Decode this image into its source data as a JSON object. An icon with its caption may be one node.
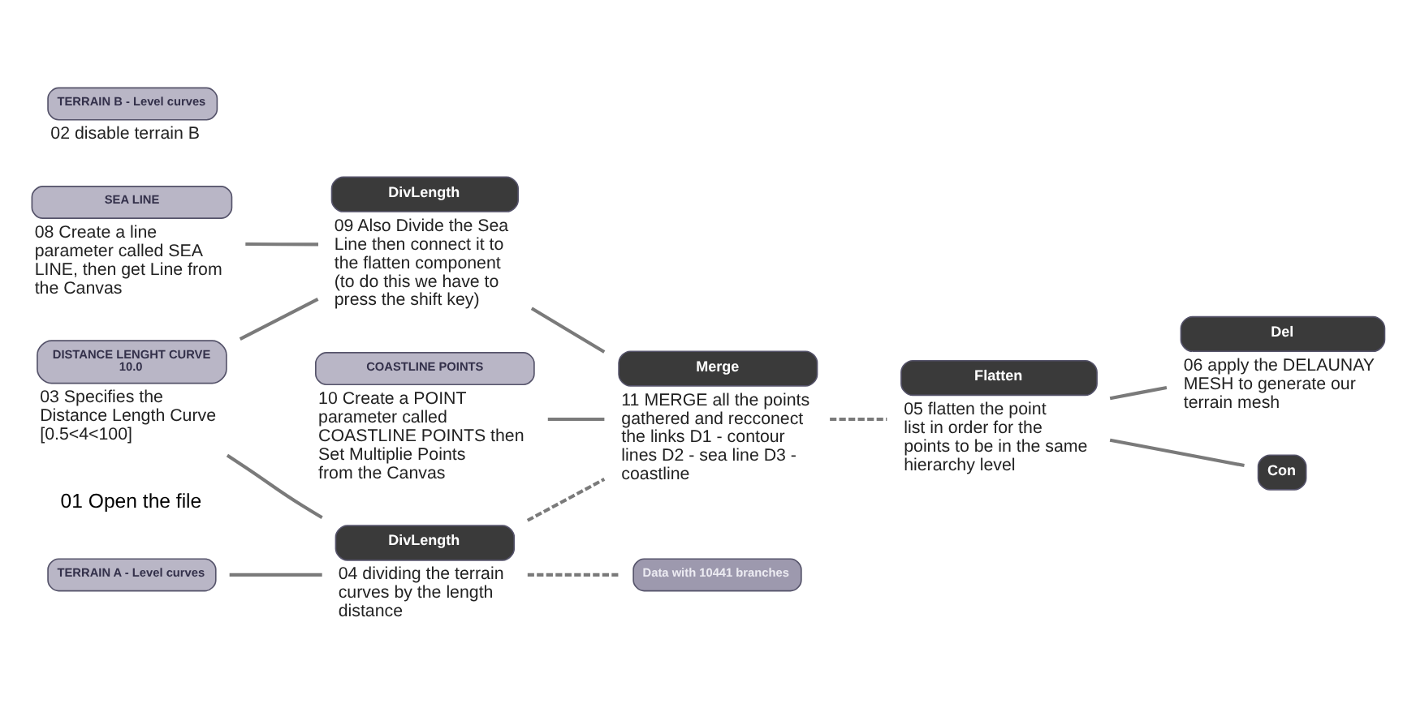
{
  "diagram": {
    "nodes": [
      {
        "text": [
          "TERRAIN A - Level curves"
        ]
      },
      {
        "text": [
          "DISTANCE LENGHT CURVE",
          "10.0"
        ],
        "beside": [
          "03 Specifies the Distance Length Curve [0.5<4<100]"
        ]
      },
      {
        "text": [
          "TERRAIN B - Level curves"
        ],
        "beside": [
          "02 disable terrain B"
        ]
      },
      {
        "text": [
          "SEA LINE"
        ],
        "beside": [
          "08 Create a line parameter called SEA LINE, then get Line from the Canvas"
        ]
      },
      {
        "text": [
          "COASTLINE POINTS"
        ],
        "beside": [
          "10 Create a POINT parameter called COASTLINE POINTS then Set Multiplie Points from the Canvas"
        ]
      },
      {
        "text": [
          "DivLength"
        ],
        "beside": [
          "04 dividing the terrain curves by the length distance"
        ]
      },
      {
        "text": [
          "Data with 10441 branches"
        ]
      },
      {
        "text": [
          "DivLength"
        ],
        "beside": [
          "09 Also Divide the Sea Line then connect it to the flatten component (to do this we have to press the shift key)"
        ]
      },
      {
        "text": [
          "Merge"
        ],
        "beside": [
          "11 MERGE all the points gathered and recconect the links D1 - contour lines D2 - sea line D3 - coastline"
        ]
      },
      {
        "text": [
          "Flatten"
        ],
        "beside": [
          "05 flatten the point list in order for the points to be in the same hierarchy level"
        ]
      },
      {
        "text": [
          "Del"
        ],
        "beside": [
          "06 apply the DELAUNAY MESH to generate our terrain mesh"
        ]
      },
      {
        "text": [
          "Con"
        ]
      }
    ],
    "edges": [
      {
        "from": 0,
        "to": 5,
        "arrow": "none"
      },
      {
        "from": 1,
        "to": 5,
        "arrow": "none"
      },
      {
        "from": 1,
        "to": 7,
        "arrow": "none"
      },
      {
        "from": 5,
        "to": 6,
        "arrow": "none",
        "style": "dashed"
      },
      {
        "from": 5,
        "to": 8,
        "arrow": "none",
        "style": "dashed"
      },
      {
        "from": 3,
        "to": 7,
        "arrow": "none"
      },
      {
        "from": 7,
        "to": 8,
        "arrow": "none"
      },
      {
        "from": 4,
        "to": 8,
        "arrow": "none"
      },
      {
        "from": 8,
        "to": 9,
        "arrow": "none",
        "style": "dashed"
      },
      {
        "from": 9,
        "to": 10,
        "arrow": "none"
      },
      {
        "from": 9,
        "to": 11,
        "arrow": "none"
      }
    ],
    "labels": [
      "01 Open the file"
    ]
  }
}
